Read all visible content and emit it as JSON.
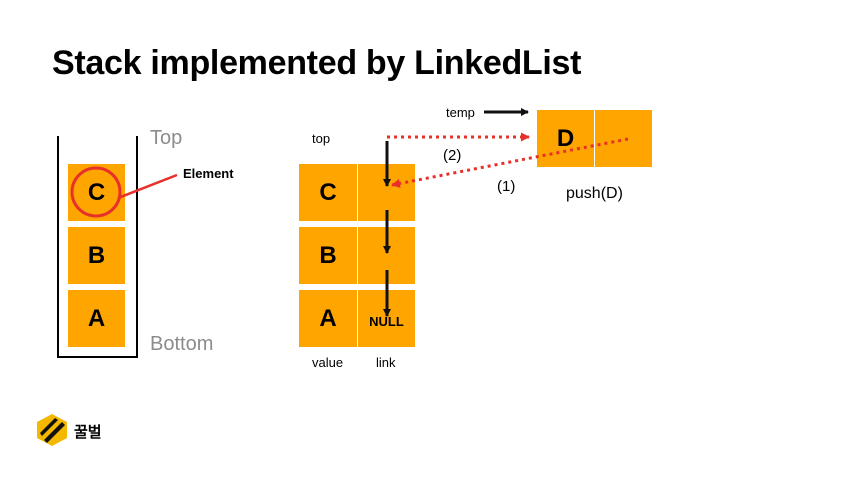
{
  "title": "Stack implemented by LinkedList",
  "left_stack": {
    "items": [
      "C",
      "B",
      "A"
    ],
    "top_label": "Top",
    "bottom_label": "Bottom",
    "element_label": "Element"
  },
  "linked_list": {
    "top_label": "top",
    "nodes": [
      {
        "value": "C",
        "link": ""
      },
      {
        "value": "B",
        "link": ""
      },
      {
        "value": "A",
        "link": "NULL"
      }
    ],
    "value_label": "value",
    "link_label": "link"
  },
  "new_node": {
    "value": "D",
    "temp_label": "temp",
    "step1": "(1)",
    "step2": "(2)",
    "caption": "push(D)"
  },
  "brand": {
    "name": "꿀벌"
  },
  "colors": {
    "node": "#FFA500",
    "highlight": "#E8302A",
    "arrow": "#111111"
  }
}
